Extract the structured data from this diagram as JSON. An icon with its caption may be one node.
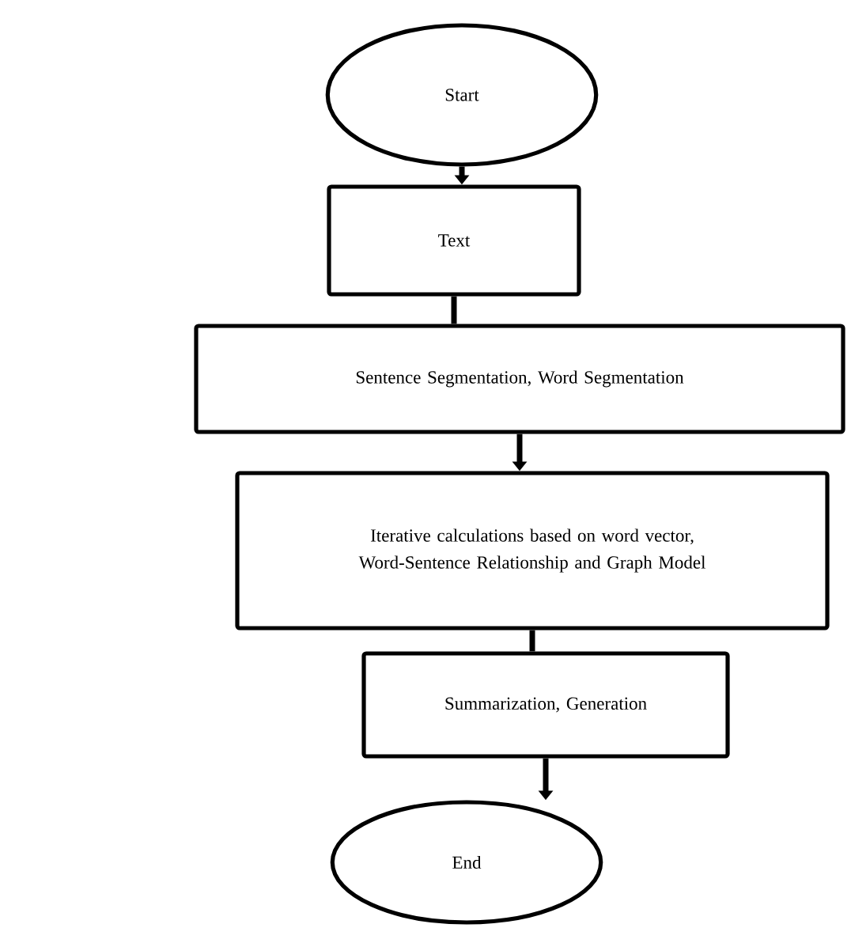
{
  "diagram": {
    "nodes": [
      {
        "text": [
          "Start"
        ]
      },
      {
        "text": [
          "Text"
        ]
      },
      {
        "text": [
          "Sentence Segmentation, Word Segmentation"
        ]
      },
      {
        "text": [
          "Iterative calculations based on word vector, Word-Sentence Relationship and Graph Model"
        ]
      },
      {
        "text": [
          "Summarization, Generation"
        ]
      },
      {
        "text": [
          "End"
        ]
      }
    ],
    "edges": [
      {
        "from": 0,
        "to": 1,
        "arrow": "to"
      },
      {
        "from": 1,
        "to": 2,
        "arrow": "none"
      },
      {
        "from": 2,
        "to": 3,
        "arrow": "to"
      },
      {
        "from": 3,
        "to": 4,
        "arrow": "none"
      },
      {
        "from": 4,
        "to": 5,
        "arrow": "to"
      }
    ]
  }
}
